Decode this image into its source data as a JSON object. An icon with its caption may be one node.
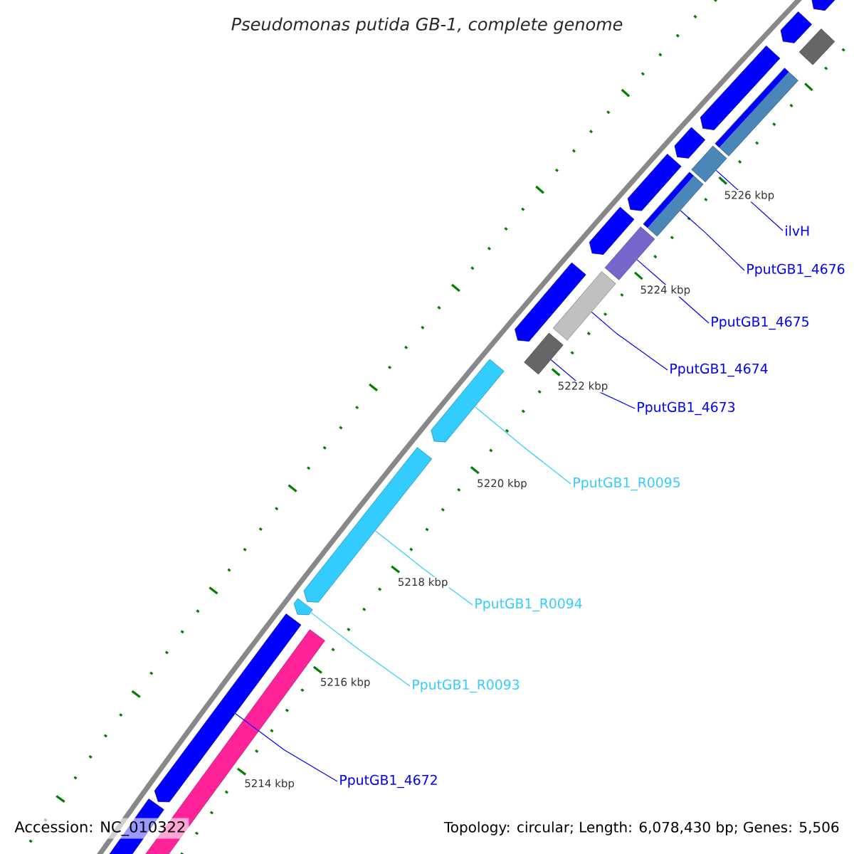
{
  "diagram": {
    "title": "Pseudomonas putida GB-1, complete genome",
    "nodes": [
      {
        "text": [],
        "shape": "arrow"
      },
      {
        "text": [],
        "shape": "bar"
      },
      {
        "text": [],
        "shape": "arrow"
      },
      {
        "text": [],
        "shape": "arrow"
      },
      {
        "text": [],
        "shape": "arrow"
      },
      {
        "text": [],
        "shape": "arrow"
      },
      {
        "text": [],
        "shape": "bar"
      },
      {
        "text": [],
        "shape": "arrow"
      },
      {
        "text": [],
        "shape": "bar"
      },
      {
        "text": [],
        "shape": "bar"
      },
      {
        "text": [],
        "shape": "arrow"
      },
      {
        "text": [],
        "shape": "bar"
      },
      {
        "text": [],
        "shape": "arrow"
      },
      {
        "text": [],
        "shape": "bar"
      },
      {
        "text": [],
        "shape": "arrow"
      },
      {
        "text": [],
        "shape": "bar"
      },
      {
        "text": [],
        "shape": "arrow"
      },
      {
        "text": [],
        "shape": "bar"
      },
      {
        "text": [],
        "shape": "arrow"
      },
      {
        "text": [],
        "shape": "arrow"
      },
      {
        "text": [
          "ilvH"
        ]
      },
      {
        "text": [
          "PputGB1_4676"
        ]
      },
      {
        "text": [
          "PputGB1_4675"
        ]
      },
      {
        "text": [
          "PputGB1_4674"
        ]
      },
      {
        "text": [
          "PputGB1_4673"
        ]
      },
      {
        "text": [
          "PputGB1_R0095"
        ]
      },
      {
        "text": [
          "PputGB1_R0094"
        ]
      },
      {
        "text": [
          "PputGB1_R0093"
        ]
      },
      {
        "text": [
          "PputGB1_4672"
        ]
      }
    ],
    "edges": [
      {
        "from": 20,
        "to": 13,
        "arrow": "none"
      },
      {
        "from": 21,
        "to": 11,
        "arrow": "none"
      },
      {
        "from": 22,
        "to": 9,
        "arrow": "none"
      },
      {
        "from": 23,
        "to": 8,
        "arrow": "none"
      },
      {
        "from": 24,
        "to": 6,
        "arrow": "none"
      },
      {
        "from": 25,
        "to": 5,
        "arrow": "none",
        "color": "#33ccff"
      },
      {
        "from": 26,
        "to": 4,
        "arrow": "none",
        "color": "#33ccff"
      },
      {
        "from": 27,
        "to": 3,
        "arrow": "none",
        "color": "#33ccff"
      },
      {
        "from": 28,
        "to": 2,
        "arrow": "none"
      }
    ],
    "labels": [
      "5214 kbp",
      "5216 kbp",
      "5218 kbp",
      "5220 kbp",
      "5222 kbp",
      "5224 kbp",
      "5226 kbp",
      "Accession: NC_010322",
      "Topology: circular; Length: 6,078,430 bp; Genes: 5,506"
    ]
  }
}
